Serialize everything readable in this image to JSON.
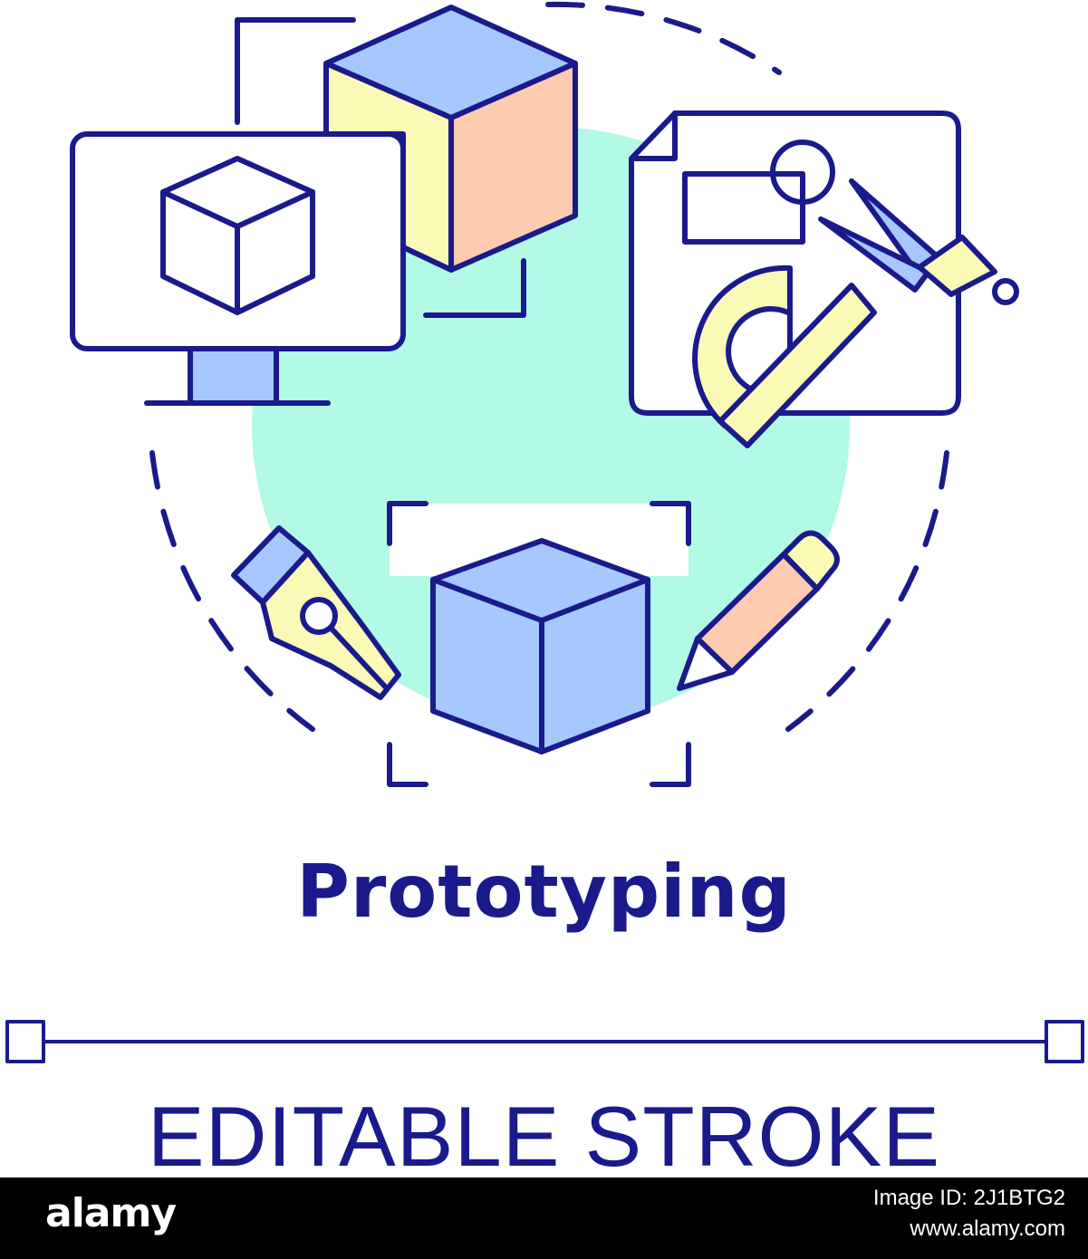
{
  "colors": {
    "stroke": "#1a1a8c",
    "blue_fill": "#a6c8ff",
    "yellow_fill": "#fbf9b6",
    "peach_fill": "#fccbb0",
    "mint_bg": "#b2f9e6",
    "footer_bg": "#000000"
  },
  "illustration": {
    "icons": [
      "monitor-icon",
      "cube-icon",
      "blueprint-icon",
      "compass-icon",
      "protractor-icon",
      "pen-nib-icon",
      "pencil-icon",
      "selection-frame-icon"
    ]
  },
  "title": "Prototyping",
  "caption": "EDITABLE STROKE",
  "footer": {
    "brand": "alamy",
    "image_id": "Image ID: 2J1BTG2",
    "site": "www.alamy.com"
  }
}
